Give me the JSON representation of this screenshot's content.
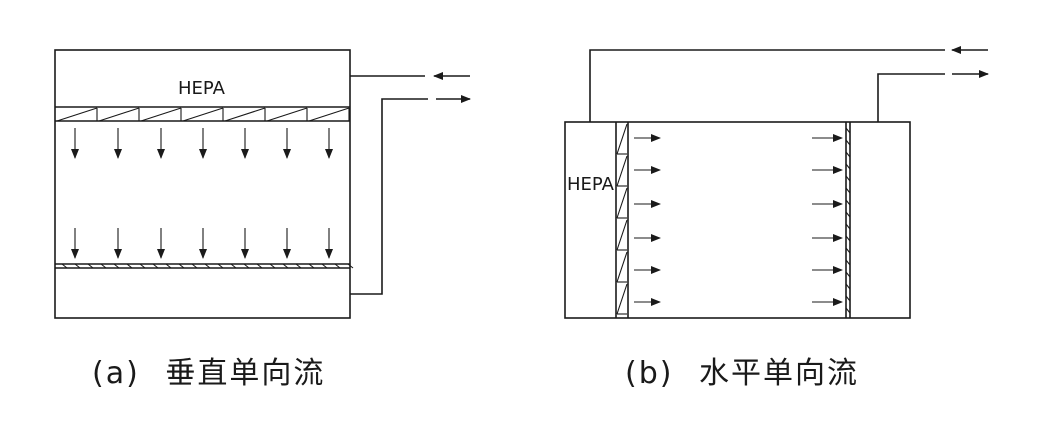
{
  "diagram_a": {
    "filter_label": "HEPA",
    "caption_prefix": "(a)",
    "caption_text": "垂直单向流"
  },
  "diagram_b": {
    "filter_label": "HEPA",
    "caption_prefix": "(b)",
    "caption_text": "水平单向流"
  },
  "colors": {
    "line": "#1a1a1a",
    "background": "#ffffff"
  }
}
